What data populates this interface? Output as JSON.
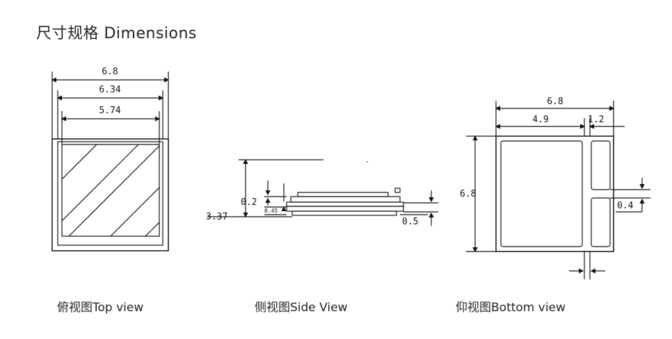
{
  "title": "尺寸规格 Dimensions",
  "views": {
    "top": {
      "caption": "俯视图Top view",
      "dims": {
        "outer": "6.8",
        "mid": "6.34",
        "inner": "5.74"
      }
    },
    "side": {
      "caption": "侧视图Side View",
      "dims": {
        "height": "3.37",
        "a": "0.2",
        "b": "0.45",
        "c": "0.5"
      }
    },
    "bottom": {
      "caption": "仰视图Bottom view",
      "dims": {
        "width": "6.8",
        "pad": "4.9",
        "strip": "1.2",
        "height": "6.8",
        "gap": "0.4"
      }
    }
  }
}
